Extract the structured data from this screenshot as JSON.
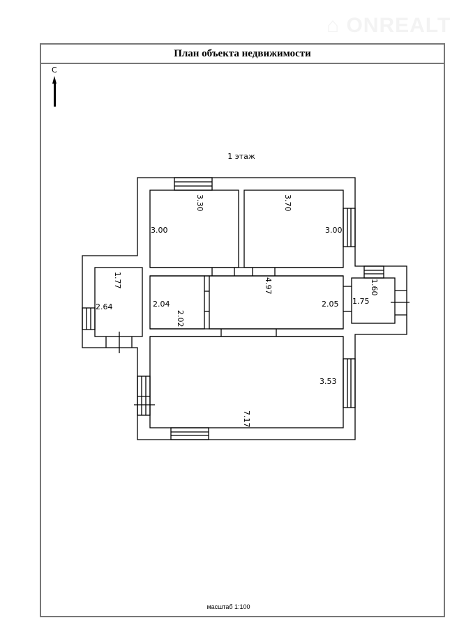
{
  "title": "План объекта недвижимости",
  "watermark": "ONREALT",
  "compass": {
    "north_label": "С"
  },
  "floor_label": "1 этаж",
  "scale": "масштаб 1:100",
  "dimensions": {
    "room1_width": "3.30",
    "room1_height": "3.00",
    "room2_width": "3.70",
    "room2_height": "3.00",
    "left_annex_width": "1.77",
    "left_annex_height": "2.64",
    "small_room_height": "2.04",
    "small_room_width": "2.02",
    "corridor_width": "4.97",
    "corridor_height": "2.05",
    "right_annex_height": "1.75",
    "right_annex_width": "1.60",
    "big_room_height": "3.53",
    "big_room_width": "7.17"
  }
}
